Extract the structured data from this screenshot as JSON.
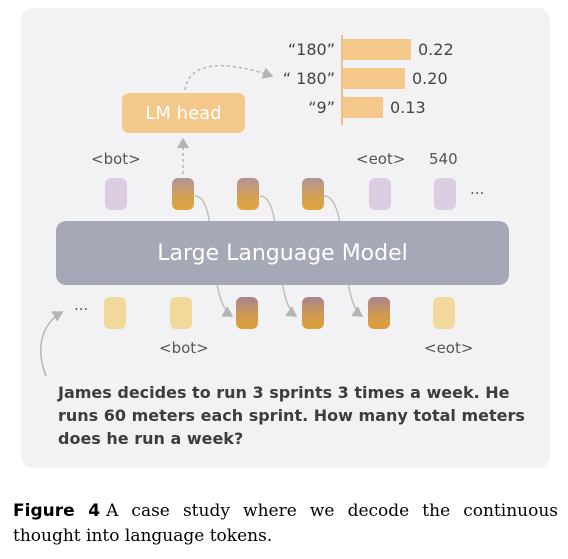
{
  "diagram": {
    "model_label": "Large Language Model",
    "lm_head_label": "LM head",
    "top_labels": {
      "bot": "<bot>",
      "eot": "<eot>",
      "num": "540",
      "ellipsis": "..."
    },
    "bottom_labels": {
      "ellipsis": "...",
      "bot": "<bot>",
      "eot": "<eot>"
    },
    "question": "James decides to run 3 sprints 3 times a week. He runs 60 meters each sprint. How many total meters does he run a week?",
    "colors": {
      "panel": "#f2f2f5",
      "model": "#a4a8b7",
      "lm_head": "#f4c88b",
      "bar": "#f4c88b"
    }
  },
  "chart_data": {
    "type": "bar",
    "orientation": "horizontal",
    "categories": [
      "“180”",
      "“ 180”",
      "“9”"
    ],
    "values": [
      0.22,
      0.2,
      0.13
    ],
    "value_labels": [
      "0.22",
      "0.20",
      "0.13"
    ]
  },
  "caption": {
    "figure_label": "Figure 4",
    "text": "A case study where we decode the continuous thought into language tokens."
  }
}
